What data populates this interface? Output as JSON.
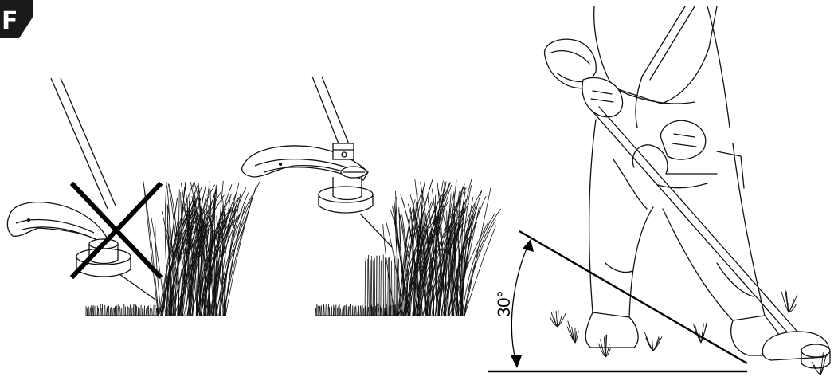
{
  "badge": {
    "letter": "F",
    "color": "#1a1a1a"
  },
  "left_panel": {
    "status": "incorrect",
    "mark": "cross-mark-icon"
  },
  "middle_panel": {
    "status": "correct"
  },
  "right_panel": {
    "angle_label": "30°",
    "angle_degrees": 30
  },
  "colors": {
    "ink": "#111111",
    "background": "#ffffff"
  }
}
